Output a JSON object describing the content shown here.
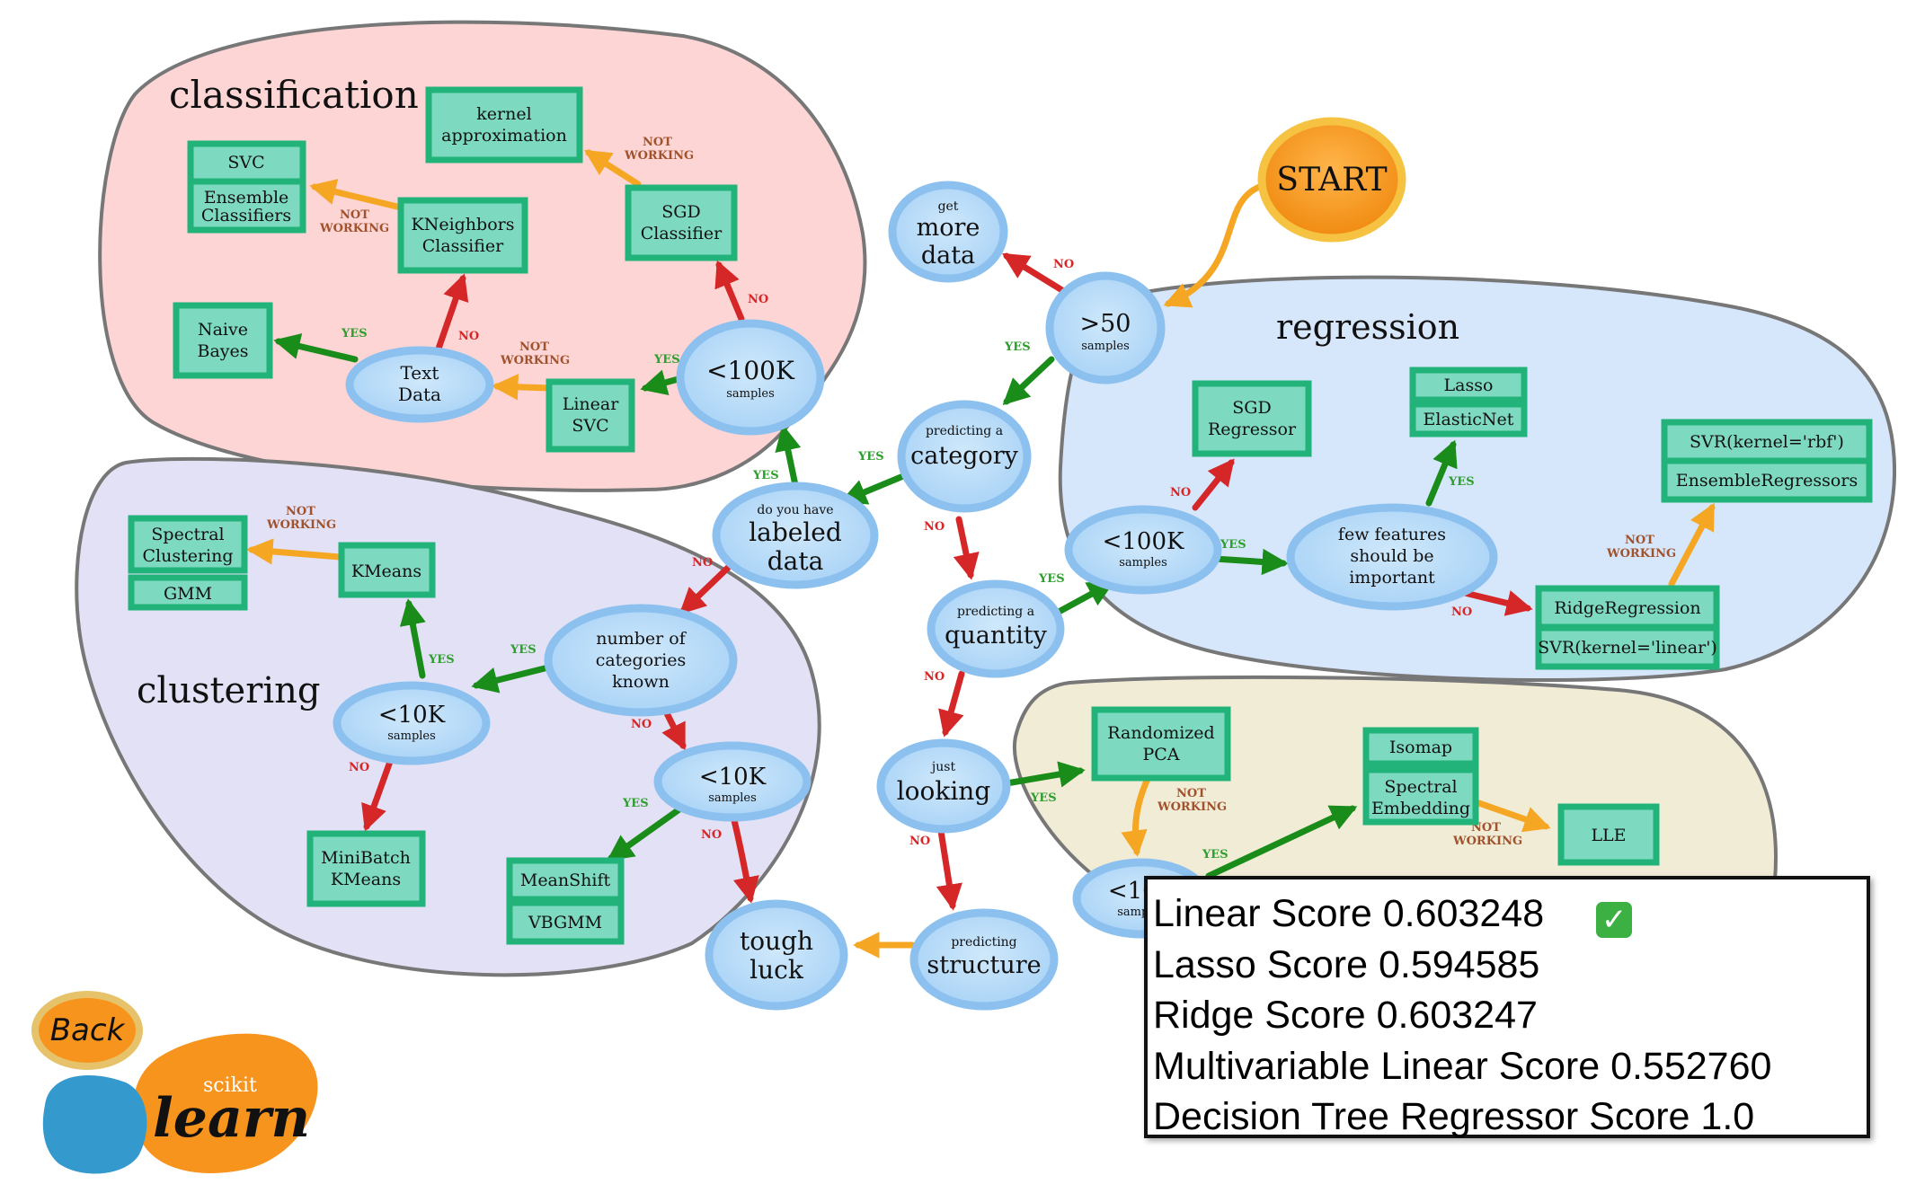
{
  "regions": {
    "classification": "classification",
    "clustering": "clustering",
    "regression": "regression"
  },
  "nodes": {
    "start": "START",
    "get_more_data": [
      "get",
      "more",
      "data"
    ],
    "gt50": [
      ">50",
      "samples"
    ],
    "predicting_category": [
      "predicting a",
      "category"
    ],
    "labeled_data": [
      "do you have",
      "labeled",
      "data"
    ],
    "lt100k_class": [
      "<100K",
      "samples"
    ],
    "text_data": [
      "Text",
      "Data"
    ],
    "predicting_quantity": [
      "predicting a",
      "quantity"
    ],
    "just_looking": [
      "just",
      "looking"
    ],
    "predicting_structure": [
      "predicting",
      "structure"
    ],
    "tough_luck": [
      "tough",
      "luck"
    ],
    "num_categories_known": [
      "number of",
      "categories",
      "known"
    ],
    "lt10k_left": [
      "<10K",
      "samples"
    ],
    "lt10k_mid": [
      "<10K",
      "samples"
    ],
    "lt100k_reg": [
      "<100K",
      "samples"
    ],
    "few_features": [
      "few features",
      "should be",
      "important"
    ],
    "lt10k_dim": [
      "<10K",
      "samples"
    ]
  },
  "estimators": {
    "kernel_approximation": [
      "kernel",
      "approximation"
    ],
    "svc": "SVC",
    "ensemble_classifiers": [
      "Ensemble",
      "Classifiers"
    ],
    "kneighbors": [
      "KNeighbors",
      "Classifier"
    ],
    "sgd_classifier": [
      "SGD",
      "Classifier"
    ],
    "naive_bayes": [
      "Naive",
      "Bayes"
    ],
    "linear_svc": [
      "Linear",
      "SVC"
    ],
    "spectral_clustering": [
      "Spectral",
      "Clustering"
    ],
    "gmm": "GMM",
    "kmeans": "KMeans",
    "minibatch_kmeans": [
      "MiniBatch",
      "KMeans"
    ],
    "meanshift": "MeanShift",
    "vbgmm": "VBGMM",
    "sgd_regressor": [
      "SGD",
      "Regressor"
    ],
    "lasso": "Lasso",
    "elasticnet": "ElasticNet",
    "svr_rbf": "SVR(kernel='rbf')",
    "ensemble_regressors": "EnsembleRegressors",
    "ridge_regression": "RidgeRegression",
    "svr_linear": "SVR(kernel='linear')",
    "randomized_pca": [
      "Randomized",
      "PCA"
    ],
    "isomap": "Isomap",
    "spectral_embedding": [
      "Spectral",
      "Embedding"
    ],
    "lle": "LLE"
  },
  "edge_labels": {
    "yes": "YES",
    "no": "NO",
    "not_working": [
      "NOT",
      "WORKING"
    ]
  },
  "scores": [
    {
      "text": "Linear Score 0.603248",
      "checked": true
    },
    {
      "text": "Lasso Score 0.594585",
      "checked": false
    },
    {
      "text": "Ridge Score 0.603247",
      "checked": false
    },
    {
      "text": "Multivariable Linear Score 0.552760",
      "checked": false
    },
    {
      "text": "Decision Tree Regressor Score 1.0",
      "checked": false
    }
  ],
  "check_glyph": "✓",
  "back_button_label": "Back",
  "logo": {
    "small": "scikit",
    "big": "learn"
  },
  "colors": {
    "classification_fill": "#fdd5d5",
    "clustering_fill": "#e3e1f5",
    "regression_fill": "#d6e6fb",
    "dimensionality_fill": "#f1ecd6",
    "node_fill": "#9fd1f7",
    "node_border": "#8cc0ee",
    "estimator_fill": "#7dd9c0",
    "estimator_border": "#22b37a",
    "yes_color": "#1a8c1a",
    "no_color": "#d62728",
    "not_working_color": "#f5a623",
    "label_yes": "#2e9e2e",
    "label_no": "#d62728",
    "label_not_working": "#a0522d",
    "start_fill": "#f7941d",
    "logo_orange": "#f7941d",
    "logo_blue": "#3499cd"
  }
}
